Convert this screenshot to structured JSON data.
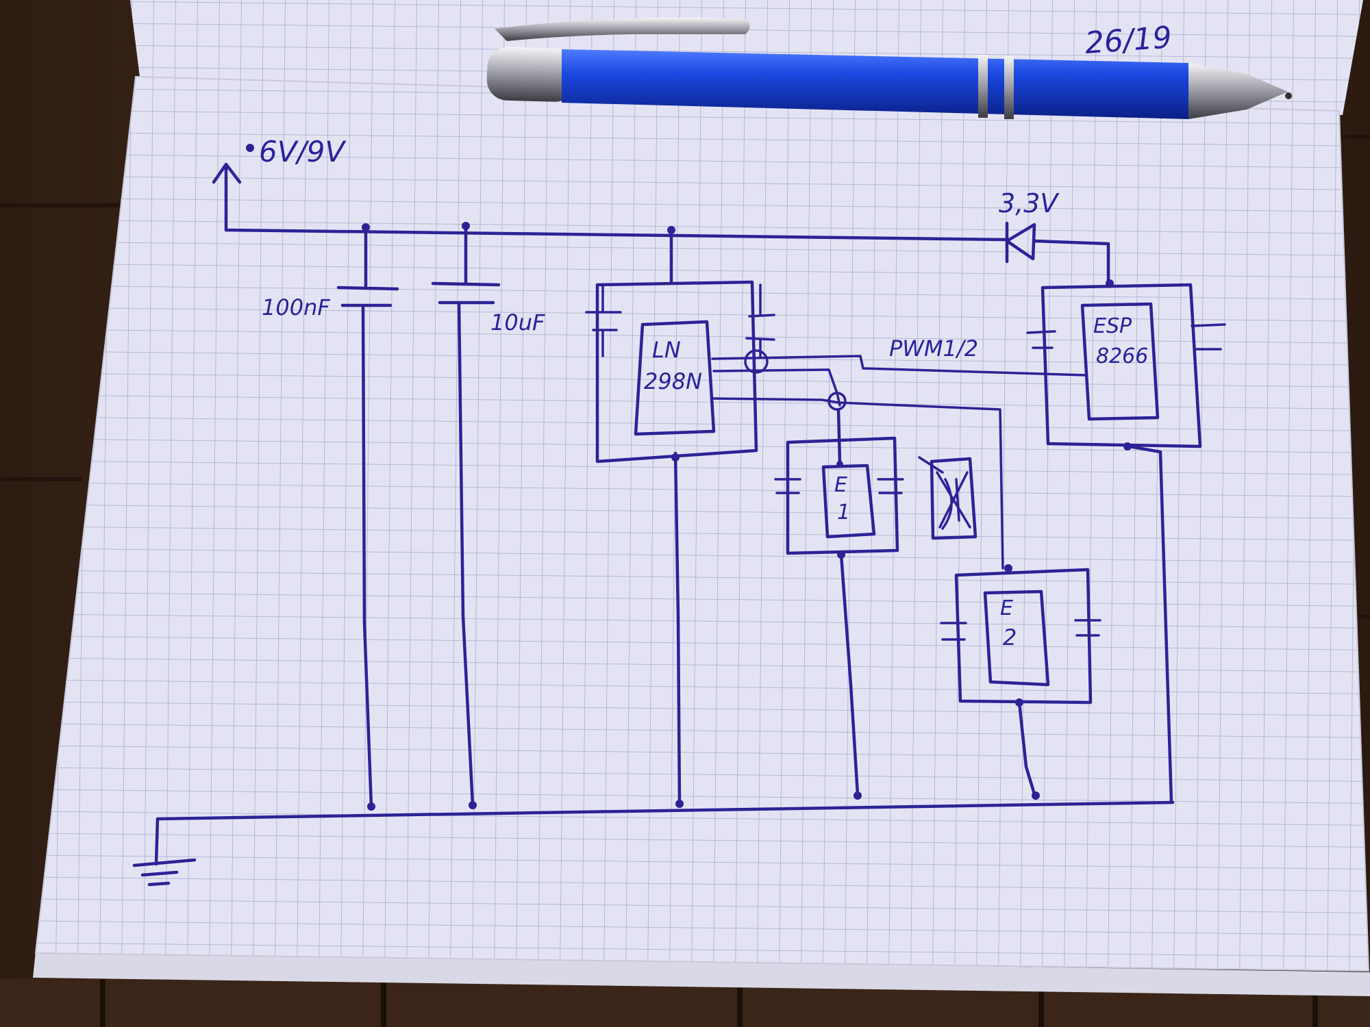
{
  "scene": {
    "description_free": true,
    "colors": {
      "table_wood": "#3b261a",
      "paper": "#e3e2f2",
      "grid_line": "#a3a5c8",
      "ink": "#2c2296",
      "pen_body": "#1237c8"
    }
  },
  "notebook": {
    "top_page_note": "26/19"
  },
  "schematic": {
    "supply_label": "6V/9V",
    "cap_100nf_label": "100nF",
    "cap_10uf_label": "10uF",
    "driver_chip": {
      "line1": "LN",
      "line2": "298N"
    },
    "diode_label": "3,3V",
    "mcu_chip": {
      "line1": "ESP",
      "line2": "8266"
    },
    "signal_label": "PWM1/2",
    "motor_1": {
      "line1": "E",
      "line2": "1"
    },
    "motor_2": {
      "line1": "E",
      "line2": "2"
    }
  }
}
